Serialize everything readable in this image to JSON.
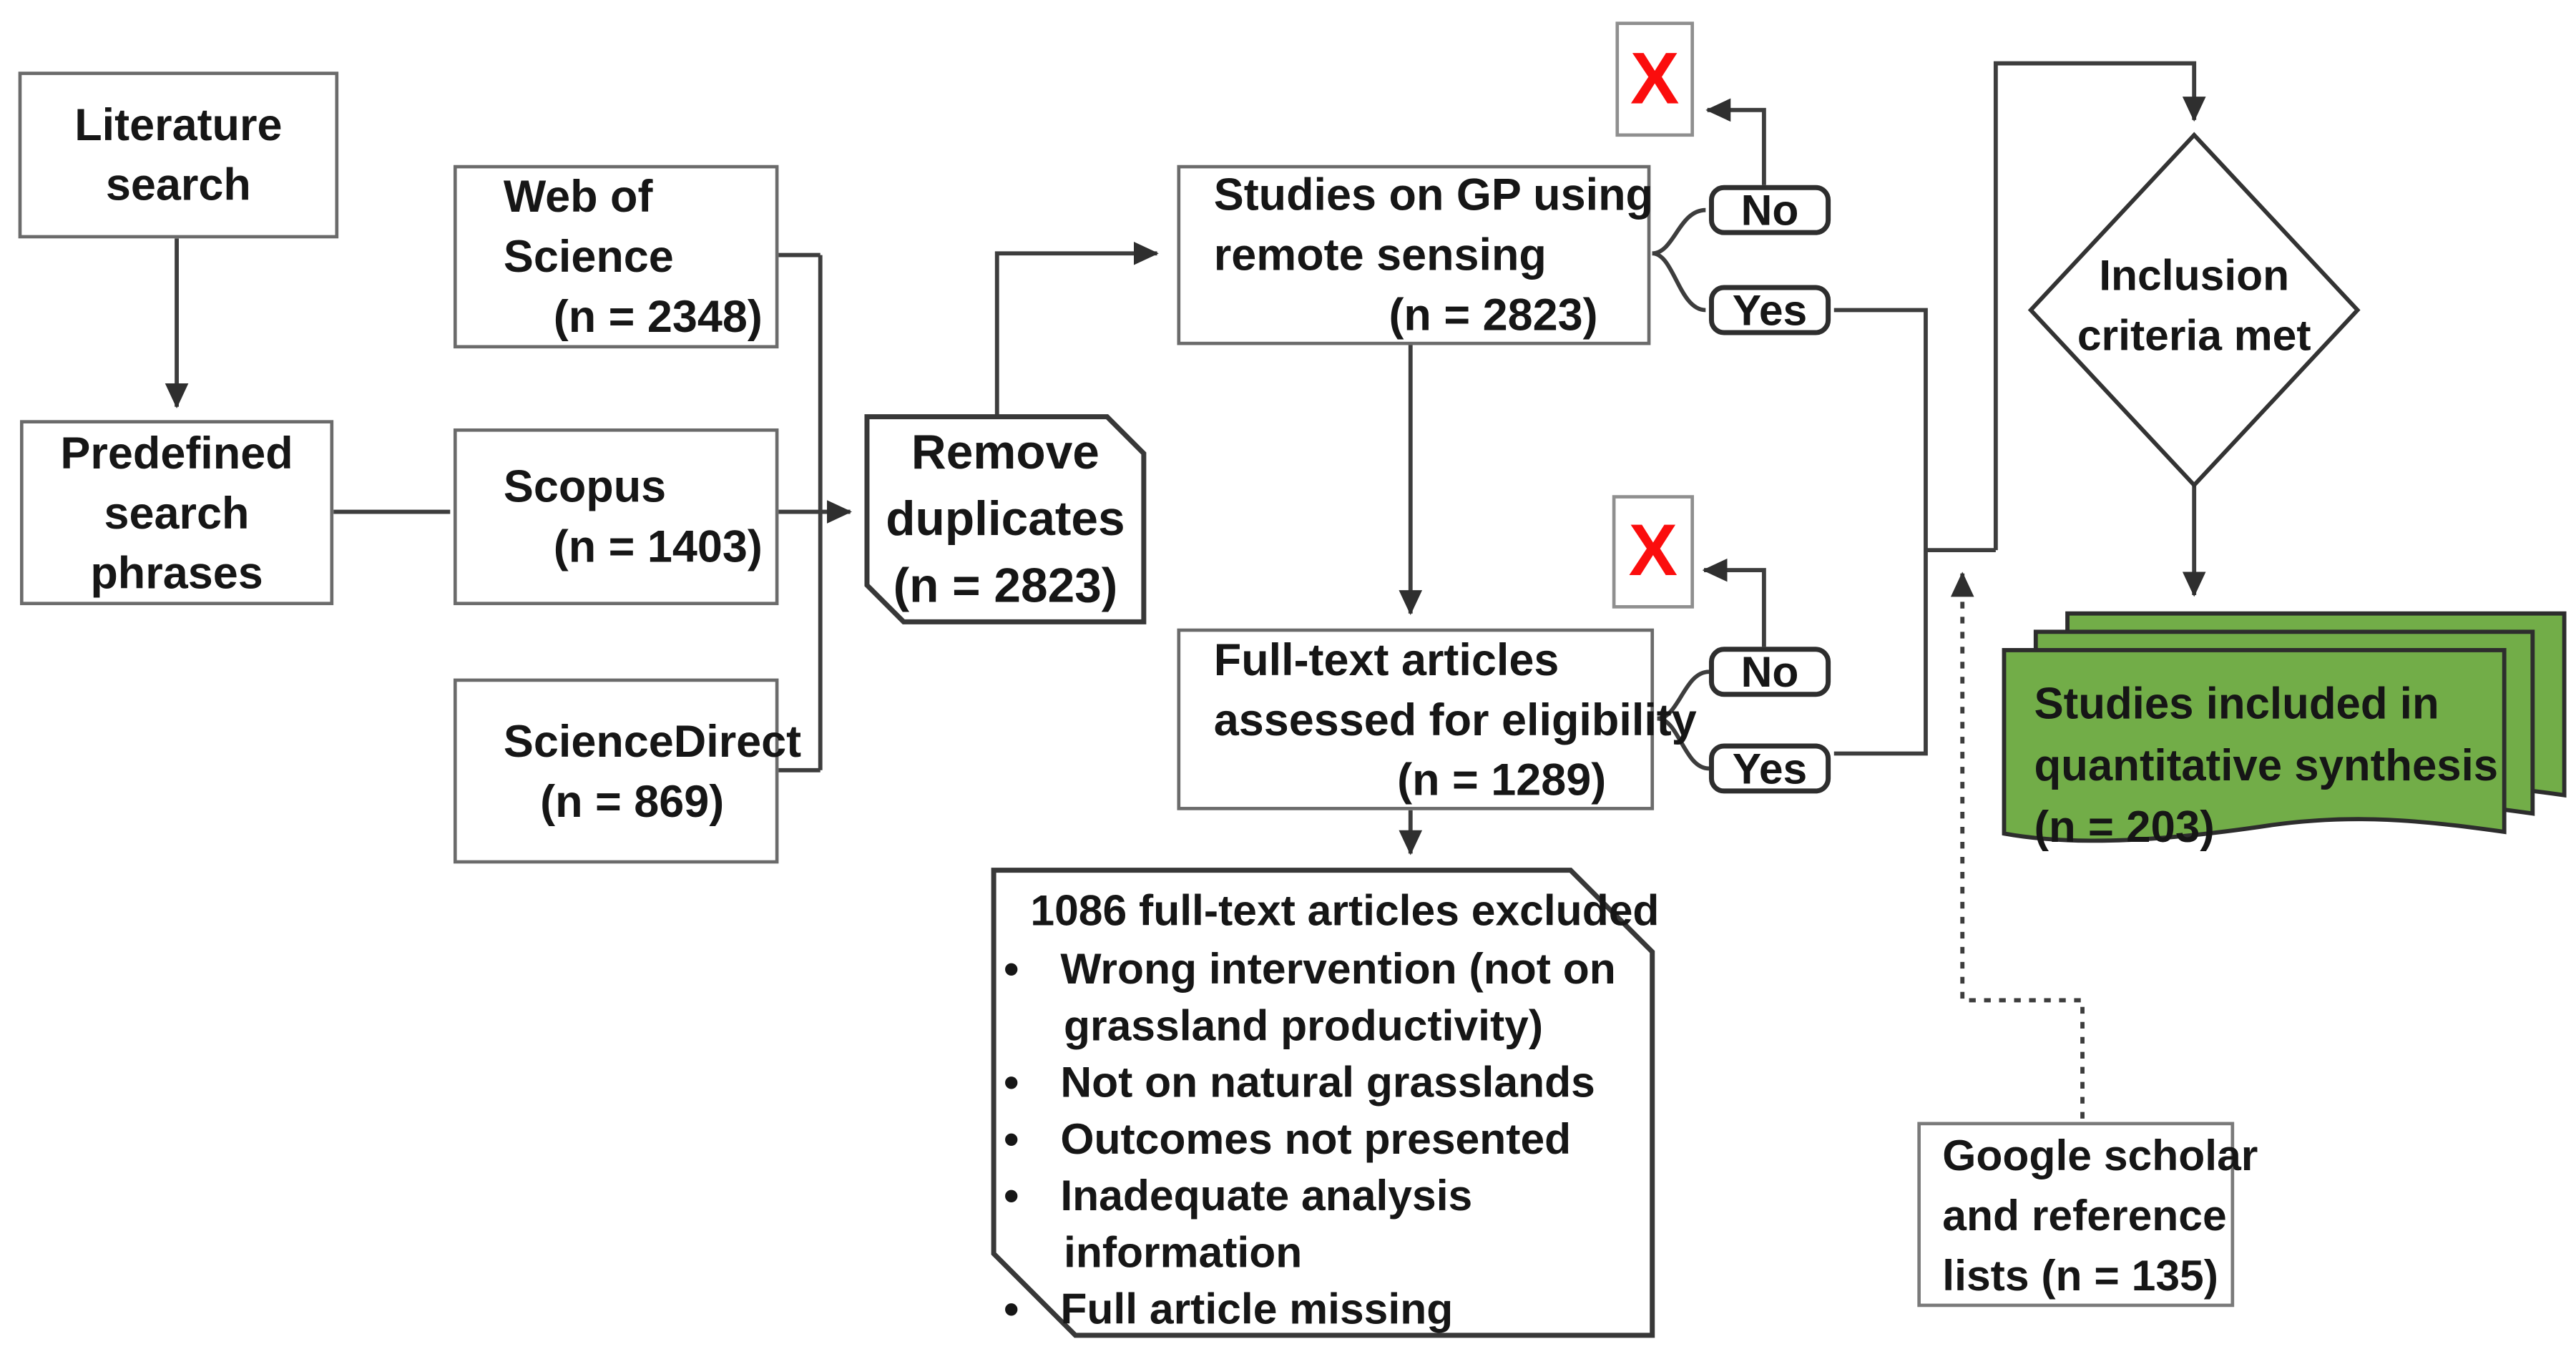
{
  "nodes": {
    "literature_search": {
      "line1": "Literature",
      "line2": "search"
    },
    "predefined_search": {
      "line1": "Predefined",
      "line2": "search",
      "line3": "phrases"
    },
    "web_of_science": {
      "line1": "Web of",
      "line2": "Science",
      "count": "(n = 2348)"
    },
    "scopus": {
      "line1": "Scopus",
      "count": "(n = 1403)"
    },
    "sciencedirect": {
      "line1": "ScienceDirect",
      "count": "(n = 869)"
    },
    "remove_duplicates": {
      "line1": "Remove",
      "line2": "duplicates",
      "count": "(n = 2823)"
    },
    "studies_gp": {
      "line1": "Studies on GP using",
      "line2": "remote sensing",
      "count": "(n = 2823)"
    },
    "full_text": {
      "line1": "Full-text articles",
      "line2": "assessed for eligibility",
      "count": "(n = 1289)"
    },
    "excluded": {
      "title": "1086 full-text articles excluded",
      "rows": [
        {
          "b": "•",
          "t": "Wrong intervention (not on"
        },
        {
          "b": "",
          "t": "grassland productivity)"
        },
        {
          "b": "•",
          "t": "Not on natural grasslands"
        },
        {
          "b": "•",
          "t": "Outcomes not presented"
        },
        {
          "b": "•",
          "t": "Inadequate analysis"
        },
        {
          "b": "",
          "t": "information"
        },
        {
          "b": "•",
          "t": "Full article missing"
        }
      ]
    },
    "decision": {
      "line1": "Inclusion",
      "line2": "criteria met"
    },
    "included": {
      "line1": "Studies included in",
      "line2": "quantitative synthesis",
      "count": "(n = 203)"
    },
    "google": {
      "line1": "Google scholar",
      "line2": "and reference",
      "line3": "lists (n = 135)"
    },
    "reject_mark": "X",
    "branch_no": "No",
    "branch_yes": "Yes"
  },
  "colors": {
    "included_fill": "#72ad48",
    "included_border": "#2d2d2d",
    "reject_x": "#fb0d0d",
    "connector": "#3d3d3d",
    "box_border": "#6b6b6b",
    "shape_border": "#383838"
  }
}
